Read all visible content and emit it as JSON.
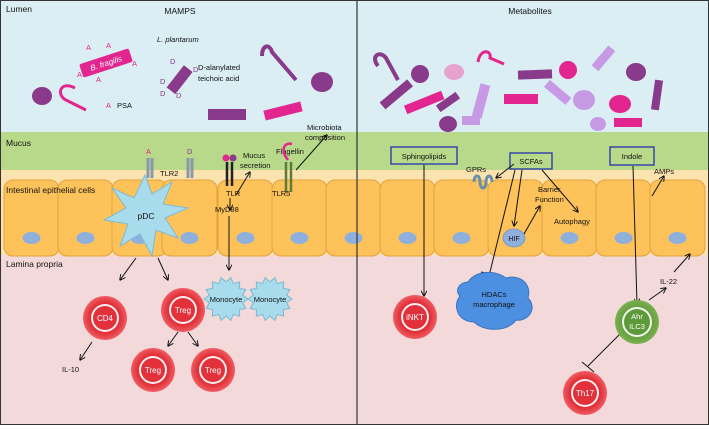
{
  "regions": {
    "lumen": "Lumen",
    "mucus": "Mucus",
    "epithelium": "Intestinal epithelial cells",
    "lamina": "Lamina propria"
  },
  "left_panel": {
    "title": "MAMPS",
    "bfragilis": "B. fragilis",
    "a_letter": "A",
    "psa": "PSA",
    "lplantarum": "L. plantarum",
    "d_letter": "D",
    "teichoic_1": "D-alanylated",
    "teichoic_2": "teichoic acid",
    "microbiota_1": "Microbiota",
    "microbiota_2": "composition",
    "flagellin": "Flagellin",
    "tlr2": "TLR2",
    "tlr": "TLR",
    "tlr5": "TLR5",
    "mucus_sec_1": "Mucus",
    "mucus_sec_2": "secretion",
    "myd88": "MyD88",
    "pdc": "pDC",
    "monocyte": "Monocyte",
    "cd4": "CD4",
    "treg": "Treg",
    "il10": "IL-10"
  },
  "right_panel": {
    "title": "Metabolites",
    "sphingolipids": "Sphingolipids",
    "scfas": "SCFAs",
    "indole": "Indole",
    "gprs": "GPRs",
    "barrier_1": "Barrier",
    "barrier_2": "Function",
    "autophagy": "Autophagy",
    "hif": "HIF",
    "amps": "AMPs",
    "inkt": "iNKT",
    "hdacs": "HDACs",
    "macrophage": "macrophage",
    "ahr": "Ahr",
    "ilc3": "ILC3",
    "il22": "IL-22",
    "th17": "Th17"
  },
  "colors": {
    "lumen_bg": "#daeef3",
    "mucus_bg": "#b8d98a",
    "epithelium_fill": "#fdc35a",
    "epithelium_stroke": "#e3a13a",
    "nucleus": "#8fb0dd",
    "lamina_bg": "#f3d9d9",
    "magenta": "#e3268f",
    "purple": "#8a3a8a",
    "lavender": "#c89ae6",
    "pink_light": "#e8a2cf",
    "pdc_fill": "#a8dbec",
    "cell_red": "#e2313a",
    "cell_red_inner": "#c41a24",
    "macrophage": "#4d8fe0",
    "ilc3_green": "#5e9a3a",
    "box_blue": "#2e3fa8"
  }
}
